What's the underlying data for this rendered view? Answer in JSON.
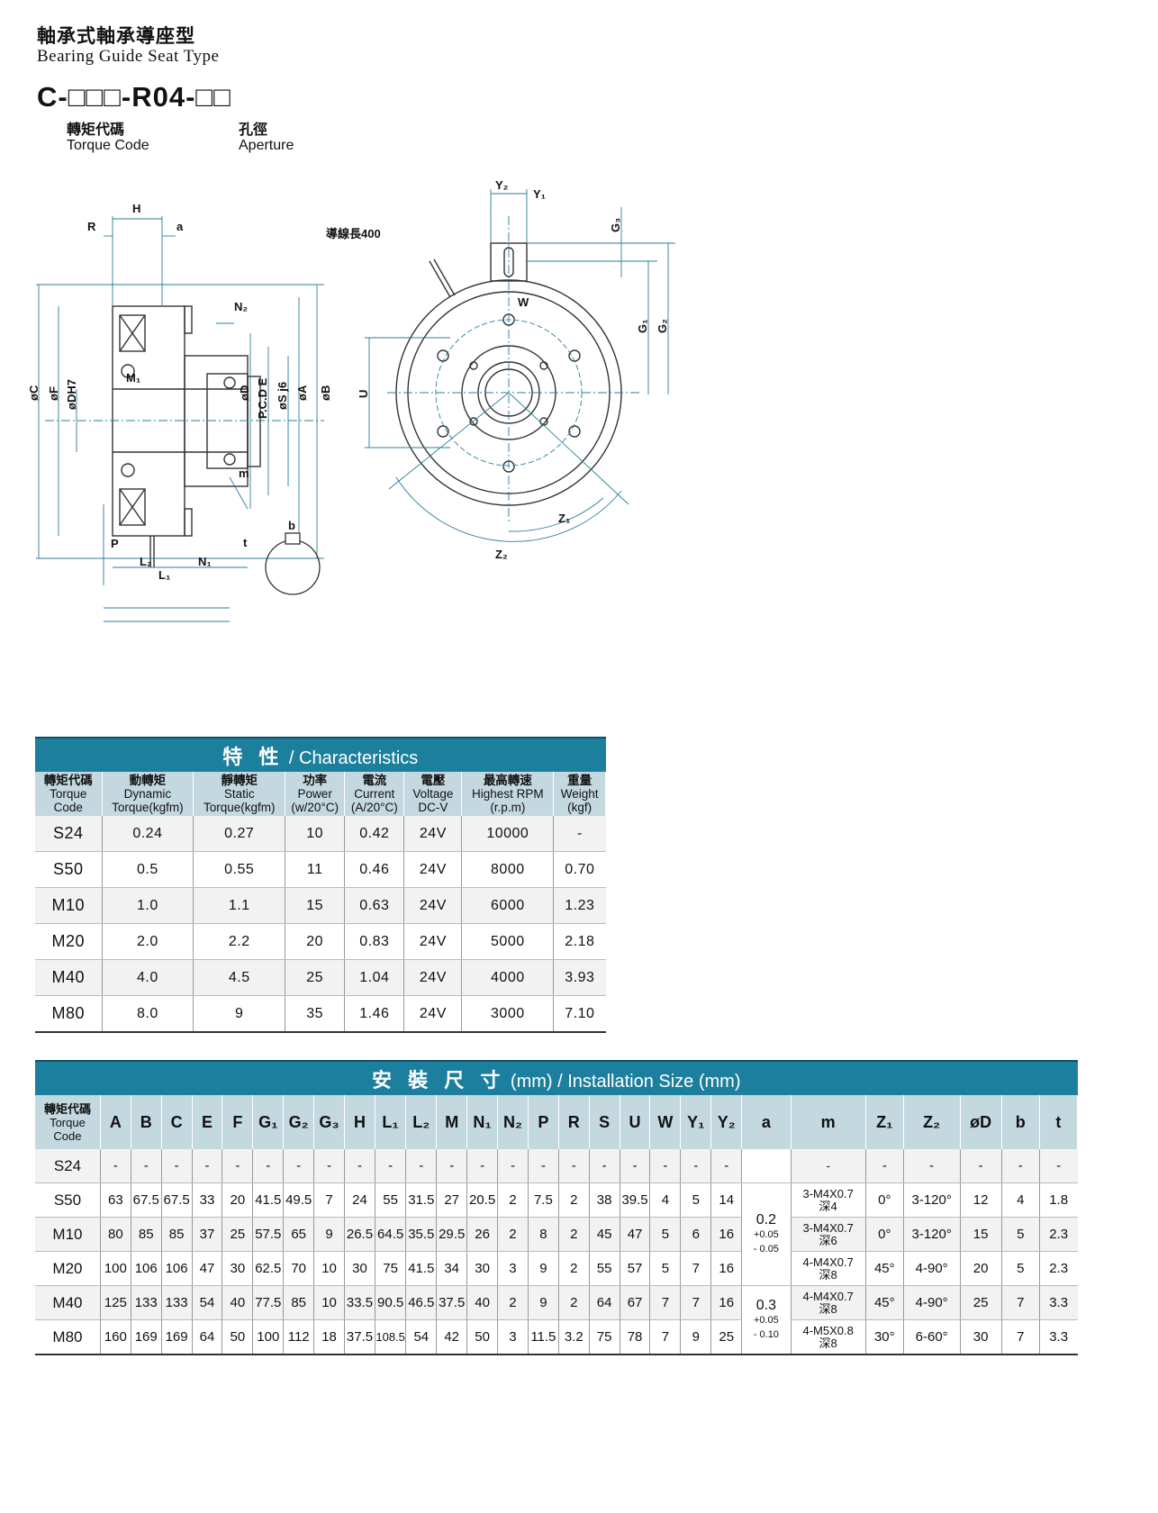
{
  "header": {
    "title_zh": "軸承式軸承導座型",
    "title_en": "Bearing Guide Seat Type",
    "model_code": "C-□□□-R04-□□",
    "torque_code_zh": "轉矩代碼",
    "torque_code_en": "Torque Code",
    "aperture_zh": "孔徑",
    "aperture_en": "Aperture"
  },
  "drawing": {
    "labels": {
      "H": "H",
      "R": "R",
      "a": "a",
      "N2": "N₂",
      "M1": "M₁",
      "C": "øC",
      "F": "øF",
      "DH7": "øDH7",
      "D": "øD",
      "PCDE": "P.C.D E",
      "Sj6": "øS j6",
      "A": "øA",
      "B": "øB",
      "m": "m",
      "P": "P",
      "L2": "L₂",
      "N1": "N₁",
      "L1": "L₁",
      "b": "b",
      "t": "t",
      "lead": "導線長400",
      "Y2": "Y₂",
      "Y1": "Y₁",
      "G3": "G₃",
      "G1": "G₁",
      "G2": "G₂",
      "W": "W",
      "U": "U",
      "Z1": "Z₁",
      "Z2": "Z₂"
    }
  },
  "characteristics": {
    "title_zh": "特 性",
    "title_en": "/ Characteristics",
    "columns": [
      {
        "zh": "轉矩代碼",
        "en1": "Torque",
        "en2": "Code"
      },
      {
        "zh": "動轉矩",
        "en1": "Dynamic",
        "en2": "Torque(kgfm)"
      },
      {
        "zh": "靜轉矩",
        "en1": "Static",
        "en2": "Torque(kgfm)"
      },
      {
        "zh": "功率",
        "en1": "Power",
        "en2": "(w/20°C)"
      },
      {
        "zh": "電流",
        "en1": "Current",
        "en2": "(A/20°C)"
      },
      {
        "zh": "電壓",
        "en1": "Voltage",
        "en2": "DC-V"
      },
      {
        "zh": "最高轉速",
        "en1": "Highest RPM",
        "en2": "(r.p.m)"
      },
      {
        "zh": "重量",
        "en1": "Weight",
        "en2": "(kgf)"
      }
    ],
    "rows": [
      [
        "S24",
        "0.24",
        "0.27",
        "10",
        "0.42",
        "24V",
        "10000",
        "-"
      ],
      [
        "S50",
        "0.5",
        "0.55",
        "11",
        "0.46",
        "24V",
        "8000",
        "0.70"
      ],
      [
        "M10",
        "1.0",
        "1.1",
        "15",
        "0.63",
        "24V",
        "6000",
        "1.23"
      ],
      [
        "M20",
        "2.0",
        "2.2",
        "20",
        "0.83",
        "24V",
        "5000",
        "2.18"
      ],
      [
        "M40",
        "4.0",
        "4.5",
        "25",
        "1.04",
        "24V",
        "4000",
        "3.93"
      ],
      [
        "M80",
        "8.0",
        "9",
        "35",
        "1.46",
        "24V",
        "3000",
        "7.10"
      ]
    ]
  },
  "installation": {
    "title_zh": "安 裝 尺 寸",
    "title_mm": "(mm)",
    "title_en": "/ Installation Size (mm)",
    "code_col": {
      "zh": "轉矩代碼",
      "en1": "Torque",
      "en2": "Code"
    },
    "columns": [
      "A",
      "B",
      "C",
      "E",
      "F",
      "G₁",
      "G₂",
      "G₃",
      "H",
      "L₁",
      "L₂",
      "M",
      "N₁",
      "N₂",
      "P",
      "R",
      "S",
      "U",
      "W",
      "Y₁",
      "Y₂",
      "a",
      "m",
      "Z₁",
      "Z₂",
      "øD",
      "b",
      "t"
    ],
    "a_values": [
      {
        "main": "0.2",
        "tol_top": "+0.05",
        "tol_bot": "- 0.05"
      },
      {
        "main": "0.3",
        "tol_top": "+0.05",
        "tol_bot": "- 0.10"
      }
    ],
    "rows": [
      {
        "code": "S24",
        "vals": [
          "-",
          "-",
          "-",
          "-",
          "-",
          "-",
          "-",
          "-",
          "-",
          "-",
          "-",
          "-",
          "-",
          "-",
          "-",
          "-",
          "-",
          "-",
          "-",
          "-",
          "-"
        ],
        "m1": "-",
        "m2": "",
        "z1": "-",
        "z2": "-",
        "d": "-",
        "b": "-",
        "t": "-"
      },
      {
        "code": "S50",
        "vals": [
          "63",
          "67.5",
          "67.5",
          "33",
          "20",
          "41.5",
          "49.5",
          "7",
          "24",
          "55",
          "31.5",
          "27",
          "20.5",
          "2",
          "7.5",
          "2",
          "38",
          "39.5",
          "4",
          "5",
          "14"
        ],
        "m1": "3-M4X0.7",
        "m2": "深4",
        "z1": "0°",
        "z2": "3-120°",
        "d": "12",
        "b": "4",
        "t": "1.8"
      },
      {
        "code": "M10",
        "vals": [
          "80",
          "85",
          "85",
          "37",
          "25",
          "57.5",
          "65",
          "9",
          "26.5",
          "64.5",
          "35.5",
          "29.5",
          "26",
          "2",
          "8",
          "2",
          "45",
          "47",
          "5",
          "6",
          "16"
        ],
        "m1": "3-M4X0.7",
        "m2": "深6",
        "z1": "0°",
        "z2": "3-120°",
        "d": "15",
        "b": "5",
        "t": "2.3"
      },
      {
        "code": "M20",
        "vals": [
          "100",
          "106",
          "106",
          "47",
          "30",
          "62.5",
          "70",
          "10",
          "30",
          "75",
          "41.5",
          "34",
          "30",
          "3",
          "9",
          "2",
          "55",
          "57",
          "5",
          "7",
          "16"
        ],
        "m1": "4-M4X0.7",
        "m2": "深8",
        "z1": "45°",
        "z2": "4-90°",
        "d": "20",
        "b": "5",
        "t": "2.3"
      },
      {
        "code": "M40",
        "vals": [
          "125",
          "133",
          "133",
          "54",
          "40",
          "77.5",
          "85",
          "10",
          "33.5",
          "90.5",
          "46.5",
          "37.5",
          "40",
          "2",
          "9",
          "2",
          "64",
          "67",
          "7",
          "7",
          "16"
        ],
        "m1": "4-M4X0.7",
        "m2": "深8",
        "z1": "45°",
        "z2": "4-90°",
        "d": "25",
        "b": "7",
        "t": "3.3"
      },
      {
        "code": "M80",
        "vals": [
          "160",
          "169",
          "169",
          "64",
          "50",
          "100",
          "112",
          "18",
          "37.5",
          "108.5",
          "54",
          "42",
          "50",
          "3",
          "11.5",
          "3.2",
          "75",
          "78",
          "7",
          "9",
          "25"
        ],
        "m1": "4-M5X0.8",
        "m2": "深8",
        "z1": "30°",
        "z2": "6-60°",
        "d": "30",
        "b": "7",
        "t": "3.3"
      }
    ]
  },
  "colors": {
    "header_bg": "#1d7f9e",
    "subheader_bg": "#c4d8e0",
    "drawing_line": "#333333",
    "dim_line": "#2a7e9a"
  }
}
